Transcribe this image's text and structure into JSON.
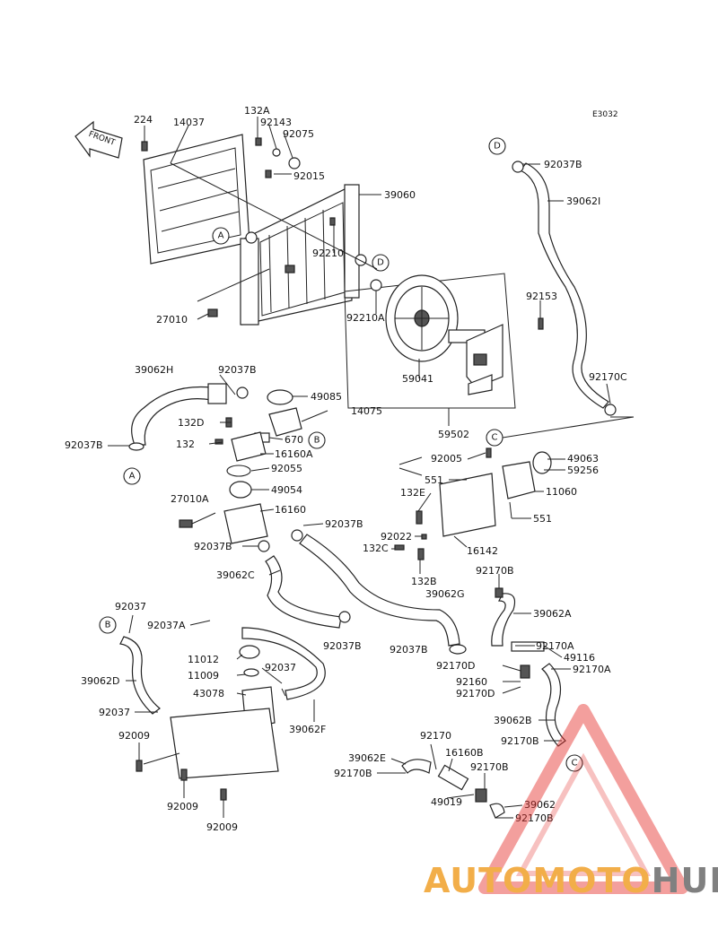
{
  "diagram_code": "E3032",
  "front_label": "FRONT",
  "callout_letters": [
    "A",
    "B",
    "C",
    "D"
  ],
  "parts": [
    "224",
    "14037",
    "132A",
    "92143",
    "92075",
    "92015",
    "39060",
    "92210",
    "27010",
    "92210A",
    "59041",
    "59502",
    "92037B",
    "39062I",
    "92153",
    "92170C",
    "39062H",
    "49085",
    "14075",
    "132D",
    "670",
    "132",
    "16160A",
    "92055",
    "49054",
    "27010A",
    "16160",
    "39062C",
    "39062G",
    "92005",
    "551",
    "49063",
    "59256",
    "11060",
    "132E",
    "92022",
    "16142",
    "132C",
    "132B",
    "92170B",
    "39062A",
    "92170A",
    "49116",
    "92170D",
    "92160",
    "92037",
    "92037A",
    "39062D",
    "11012",
    "11009",
    "43078",
    "39062F",
    "92009",
    "39062E",
    "92170",
    "16160B",
    "49019",
    "39062B"
  ],
  "watermark": {
    "part1": "AUTOMOTO",
    "part2": "HUB"
  },
  "colors": {
    "line": "#222222",
    "wm_red": "#e5322d",
    "wm_orange": "#f0a02a",
    "wm_gray": "#6b6b6b"
  },
  "icons": [
    "front-arrow-icon",
    "warning-triangle-icon"
  ]
}
